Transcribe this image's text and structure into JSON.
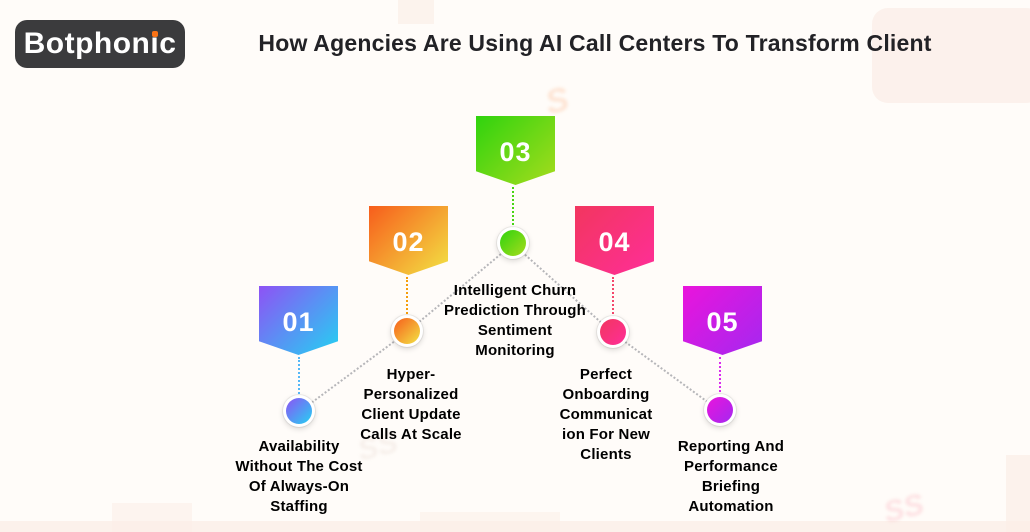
{
  "page": {
    "background_color": "#fffcf9",
    "text_color": "#222226",
    "diagonal_connector_color": "#aaaaaf"
  },
  "logo": {
    "part1": "Botphon",
    "part2": "i",
    "part3": "c",
    "box_color": "#3b3b3d",
    "text_color": "#ffffff",
    "i_dot_color": "#f97316"
  },
  "header": {
    "title": "How Agencies Are Using AI Call Centers To Transform Client"
  },
  "icons": {
    "swirl": "S",
    "swirl_double": "SS"
  },
  "decoration_colors": {
    "blush": "#fbeee7",
    "swirl_orange": "rgba(249,115,22,0.16)",
    "swirl_faint": "rgba(180,140,120,0.10)",
    "swirl_pink": "rgba(244,63,94,0.14)"
  },
  "steps": [
    {
      "number": "01",
      "lines": [
        "Availability",
        "Without The Cost",
        "Of Always-On",
        "Staffing"
      ],
      "gradient_start": "#8e52f5",
      "gradient_end": "#23d2f2",
      "connector_color": "#56b8f7"
    },
    {
      "number": "02",
      "lines": [
        "Hyper-",
        "Personalized",
        "Client Update",
        "Calls At Scale"
      ],
      "gradient_start": "#f75d1c",
      "gradient_end": "#f2e344",
      "connector_color": "#f59e0b"
    },
    {
      "number": "03",
      "lines": [
        "Intelligent Churn",
        "Prediction Through",
        "Sentiment",
        "Monitoring"
      ],
      "gradient_start": "#2fd30e",
      "gradient_end": "#a6dc1d",
      "connector_color": "#47d414"
    },
    {
      "number": "04",
      "lines": [
        "Perfect",
        "Onboarding",
        "Communicat",
        "ion For New",
        "Clients"
      ],
      "gradient_start": "#f2365f",
      "gradient_end": "#ff2e98",
      "connector_color": "#f4466b"
    },
    {
      "number": "05",
      "lines": [
        "Reporting And",
        "Performance",
        "Briefing",
        "Automation"
      ],
      "gradient_start": "#ea14dc",
      "gradient_end": "#a428f0",
      "connector_color": "#d92bef"
    }
  ]
}
